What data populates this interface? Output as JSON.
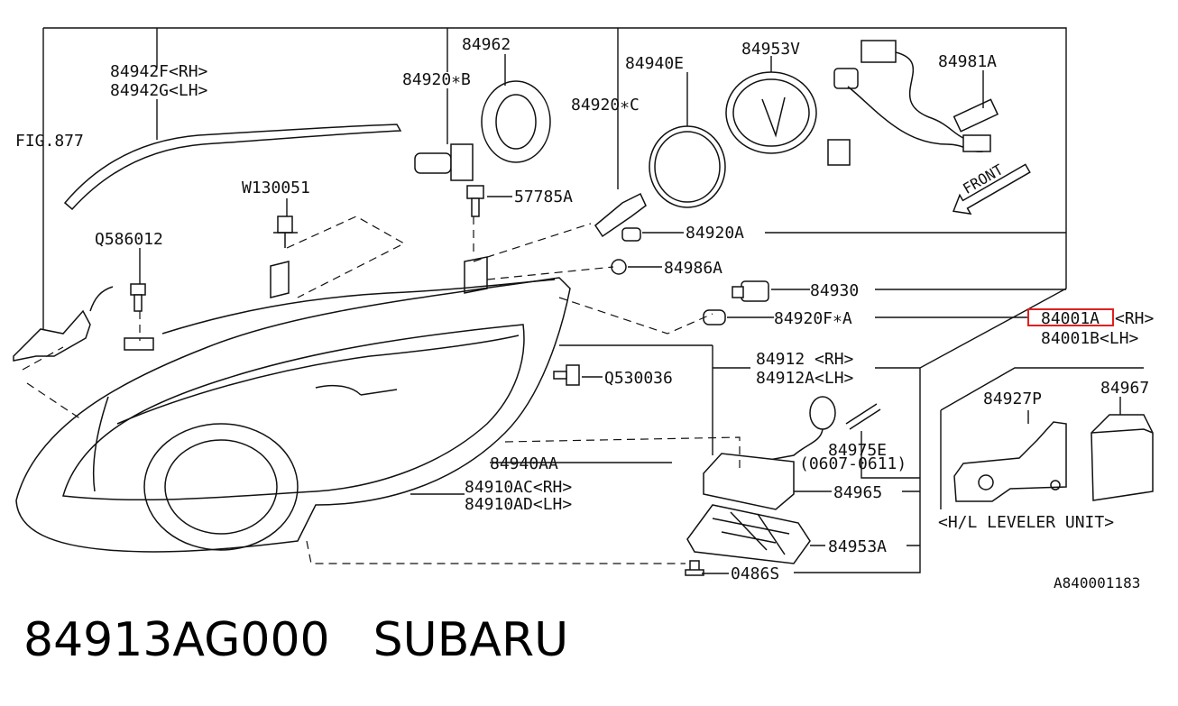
{
  "diagram": {
    "labels": {
      "fig_ref": "FIG.877",
      "p84942_rh": "84942F<RH>",
      "p84942_lh": "84942G<LH>",
      "p84920b": "84920∗B",
      "p84962": "84962",
      "p84940e": "84940E",
      "p84953v": "84953V",
      "p84981a": "84981A",
      "p84920c": "84920∗C",
      "w130051": "W130051",
      "p57785a": "57785A",
      "q586012": "Q586012",
      "p84920a": "84920A",
      "p84986a": "84986A",
      "p84930": "84930",
      "p84920f": "84920F∗A",
      "p84001a": "84001A",
      "p84001a_suffix": "<RH>",
      "p84001b": "84001B<LH>",
      "p84912_rh": "84912 <RH>",
      "p84912_lh": "84912A<LH>",
      "q530036": "Q530036",
      "p84927p": "84927P",
      "p84967": "84967",
      "p84975e": "84975E",
      "p84975e_date": "(0607-0611)",
      "p84940aa": "84940AA",
      "p84910_rh": "84910AC<RH>",
      "p84910_lh": "84910AD<LH>",
      "p84965": "84965",
      "p84953a": "84953A",
      "p0486s": "0486S",
      "leveler_unit": "<H/L LEVELER UNIT>",
      "front_arrow": "FRONT",
      "drawing_code": "A840001183"
    },
    "highlight_part": "84001A",
    "highlight_color": "#e02020"
  },
  "caption": {
    "part_number": "84913AG000",
    "brand": "SUBARU"
  }
}
